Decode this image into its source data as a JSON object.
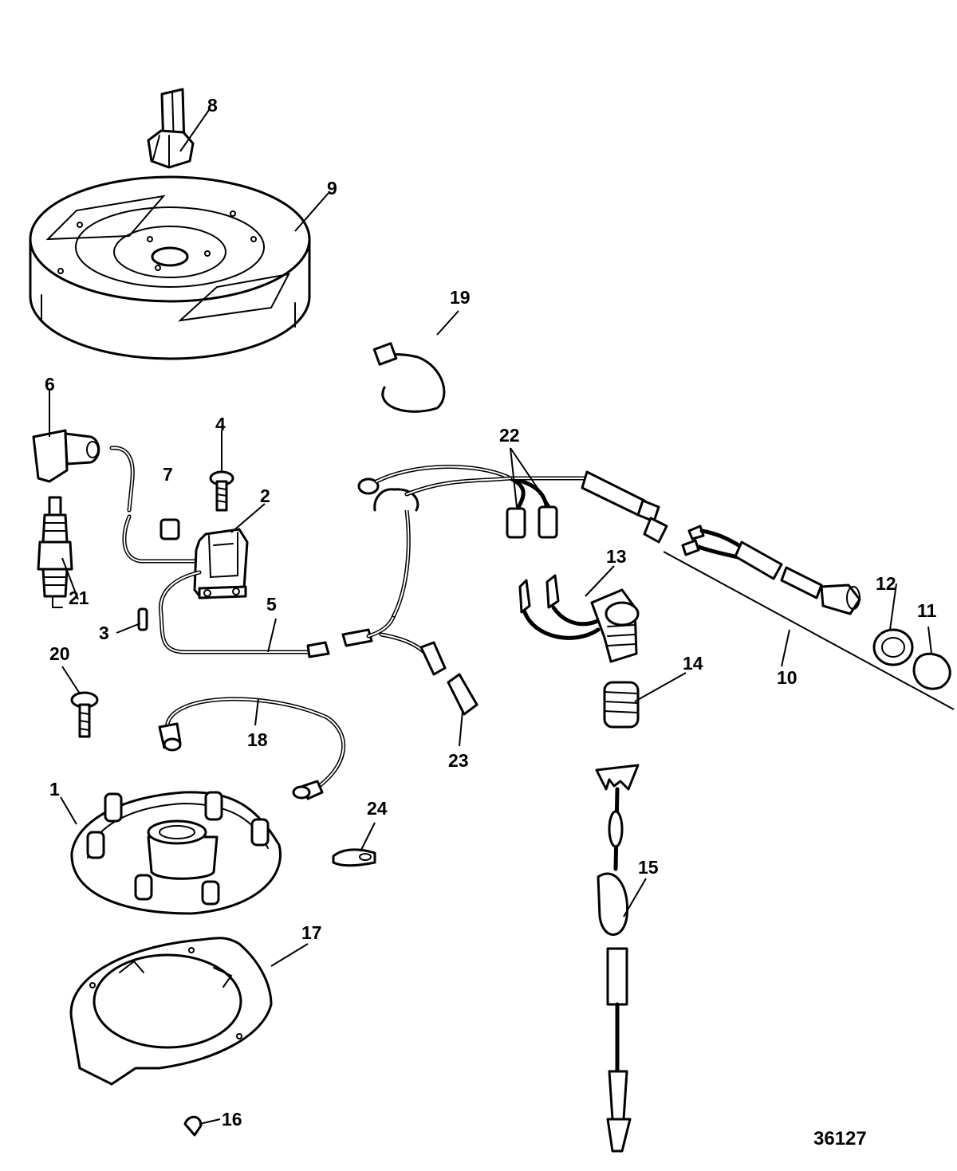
{
  "diagram": {
    "figure_number": "36127",
    "callouts": [
      "1",
      "2",
      "3",
      "4",
      "5",
      "6",
      "7",
      "8",
      "9",
      "10",
      "11",
      "12",
      "13",
      "14",
      "15",
      "16",
      "17",
      "18",
      "19",
      "20",
      "21",
      "22",
      "23",
      "24"
    ]
  }
}
